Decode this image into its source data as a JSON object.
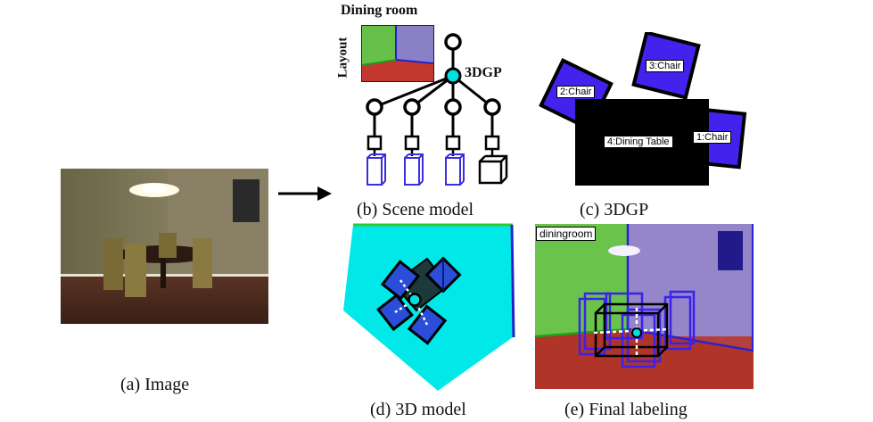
{
  "captions": {
    "a": "(a) Image",
    "b": "(b) Scene model",
    "c": "(c) 3DGP",
    "d": "(d) 3D model",
    "e": "(e) Final labeling"
  },
  "scene_model": {
    "title": "Dining room",
    "layout_label": "Layout",
    "root_label": "3DGP"
  },
  "dgp": {
    "chair1": "1:Chair",
    "chair2": "2:Chair",
    "chair3": "3:Chair",
    "table": "4:Dining Table"
  },
  "final": {
    "tag": "diningroom"
  },
  "colors": {
    "chair_fill": "#4422ee",
    "table_fill": "#000000",
    "cyan": "#00e5e5",
    "layout_green": "#38c838",
    "layout_purple": "#6a4ad0",
    "floor_red": "#c2382e",
    "arrow": "#000000"
  }
}
